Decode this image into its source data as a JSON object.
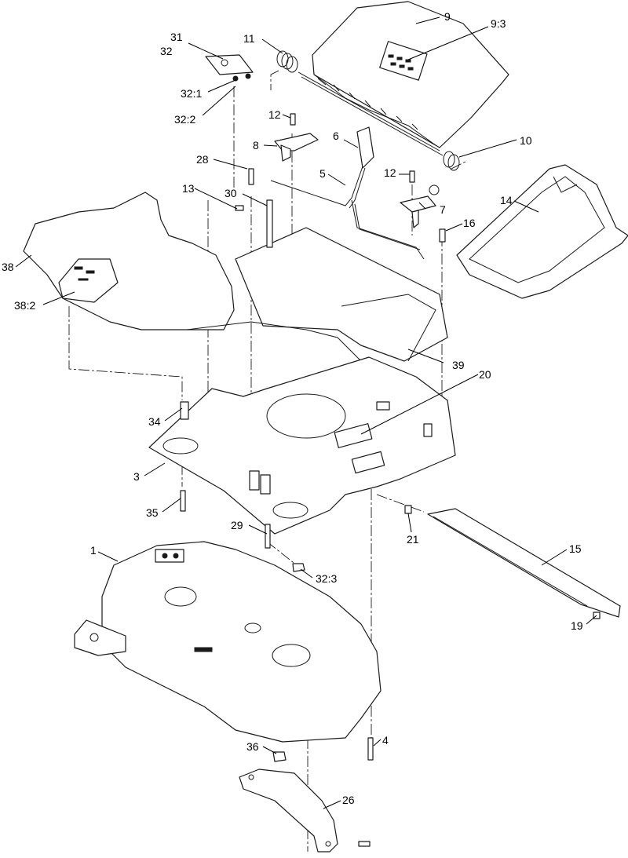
{
  "callouts": [
    {
      "id": "1",
      "label": "1"
    },
    {
      "id": "3",
      "label": "3"
    },
    {
      "id": "4",
      "label": "4"
    },
    {
      "id": "5",
      "label": "5"
    },
    {
      "id": "6",
      "label": "6"
    },
    {
      "id": "7",
      "label": "7"
    },
    {
      "id": "8",
      "label": "8"
    },
    {
      "id": "9",
      "label": "9"
    },
    {
      "id": "9-3",
      "label": "9:3"
    },
    {
      "id": "10",
      "label": "10"
    },
    {
      "id": "11",
      "label": "11"
    },
    {
      "id": "12a",
      "label": "12"
    },
    {
      "id": "12b",
      "label": "12"
    },
    {
      "id": "13",
      "label": "13"
    },
    {
      "id": "14",
      "label": "14"
    },
    {
      "id": "15",
      "label": "15"
    },
    {
      "id": "16",
      "label": "16"
    },
    {
      "id": "19",
      "label": "19"
    },
    {
      "id": "20",
      "label": "20"
    },
    {
      "id": "21",
      "label": "21"
    },
    {
      "id": "26",
      "label": "26"
    },
    {
      "id": "28",
      "label": "28"
    },
    {
      "id": "29",
      "label": "29"
    },
    {
      "id": "30",
      "label": "30"
    },
    {
      "id": "31",
      "label": "31"
    },
    {
      "id": "32",
      "label": "32"
    },
    {
      "id": "32-1",
      "label": "32:1"
    },
    {
      "id": "32-2",
      "label": "32:2"
    },
    {
      "id": "32-3",
      "label": "32:3"
    },
    {
      "id": "34",
      "label": "34"
    },
    {
      "id": "35",
      "label": "35"
    },
    {
      "id": "36",
      "label": "36"
    },
    {
      "id": "38",
      "label": "38"
    },
    {
      "id": "38-2",
      "label": "38:2"
    },
    {
      "id": "39",
      "label": "39"
    }
  ]
}
